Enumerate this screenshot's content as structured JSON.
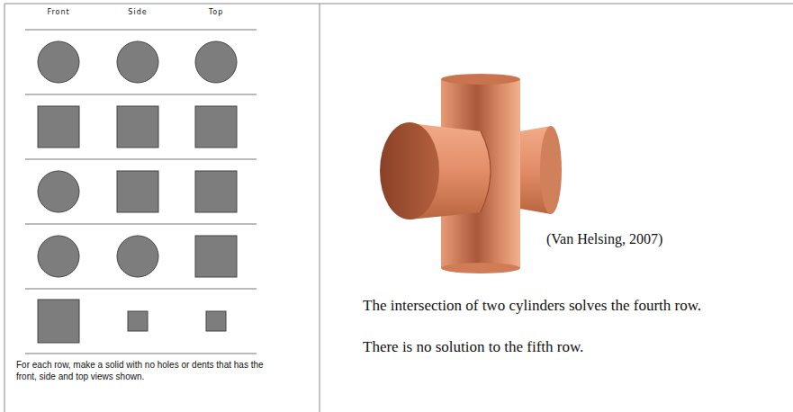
{
  "diagram": {
    "labels": [
      "Front",
      "Side",
      "Top",
      "For each row, make a solid with no holes or dents that has the front, side and top views shown.",
      "(Van Helsing, 2007)",
      "The intersection of two cylinders solves the fourth row.",
      "There is no solution to the fifth row."
    ]
  }
}
